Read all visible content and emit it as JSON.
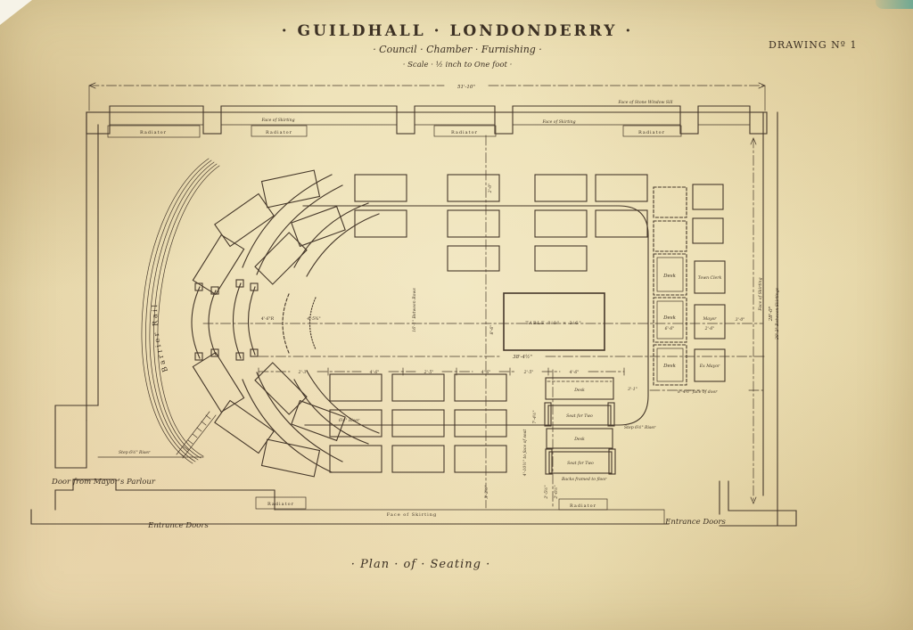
{
  "titles": {
    "main": "· GUILDHALL · LONDONDERRY ·",
    "sub": "· Council · Chamber · Furnishing ·",
    "scale": "· Scale · ½ inch to One foot ·",
    "drawing_no": "DRAWING Nº 1",
    "caption": "· Plan · of · Seating ·"
  },
  "wall_labels": {
    "radiator": "Radiator",
    "face_of_skirting": "Face of Skirting",
    "window_sill": "Face of Stone Window Sill"
  },
  "furniture": {
    "table": "TABLE 8'0\" × 3'6\"",
    "desk": "Desk",
    "seat_for_two": "Seat for Two",
    "town_clerk": "Town Clerk",
    "mayor": "Mayor",
    "ex_mayor": "Ex Mayor",
    "barrier_rail": "Barrier Rail",
    "backs_note": "Backs framed to floor"
  },
  "doors": {
    "mayors_parlour": "Door from Mayor's Parlour",
    "entrance": "Entrance Doors"
  },
  "dimensions": {
    "overall_width": "51'-10\"",
    "seating_width": "38'-4½\"",
    "row": [
      "2'-3\"",
      "4'-6\"",
      "2'-5\"",
      "4'-6\"",
      "2'-5\"",
      "4'-6\""
    ],
    "between_rows": "16'-1\" Between Rows",
    "col": "8'-6\"",
    "top_small": "2'-0\"",
    "desk_width": "6'-6\"",
    "mayor_seat": "2'-6\"",
    "to_wall": "3'-0\"",
    "desk_gap": "3'-1\"",
    "face_of_door": "8'-4½\" face of door",
    "room_depth": "28'-0\"",
    "between_skirtings": "28'-2\" Between Skirtings",
    "bench_radius": "4'-6\"R",
    "bench_span": "4'-5¾\"",
    "riser": "6½\" Riser",
    "step_riser": "Step 6½\" Riser",
    "v_desk": "7'-4½\"",
    "v_seat": "4'-10½\" to face of seat",
    "v_a": "2'-5½\"",
    "v_b": "2'-6½\"",
    "v_c": "3'-2½\""
  }
}
